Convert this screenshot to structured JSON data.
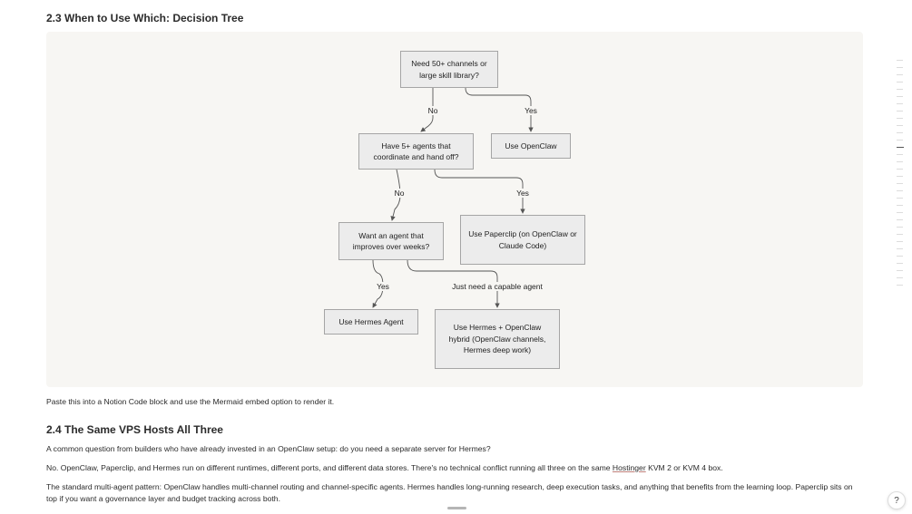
{
  "section_23": {
    "heading": "2.3 When to Use Which: Decision Tree"
  },
  "diagram": {
    "nodes": {
      "q1": "Need 50+ channels or large skill library?",
      "openclaw": "Use OpenClaw",
      "q2": "Have 5+ agents that coordinate and hand off?",
      "paperclip": "Use Paperclip (on OpenClaw or Claude Code)",
      "q3": "Want an agent that improves over weeks?",
      "hermes": "Use Hermes Agent",
      "hybrid": "Use Hermes + OpenClaw hybrid (OpenClaw channels, Hermes deep work)"
    },
    "edges": {
      "q1_no": "No",
      "q1_yes": "Yes",
      "q2_no": "No",
      "q2_yes": "Yes",
      "q3_yes": "Yes",
      "q3_capable": "Just need a capable agent"
    }
  },
  "paste_note": "Paste this into a Notion Code block and use the Mermaid embed option to render it.",
  "section_24": {
    "heading": "2.4 The Same VPS Hosts All Three",
    "para1": "A common question from builders who have already invested in an OpenClaw setup: do you need a separate server for Hermes?",
    "para2_before": "No. OpenClaw, Paperclip, and Hermes run on different runtimes, different ports, and different data stores. There's no technical conflict running all three on the same ",
    "para2_link": "Hostinger",
    "para2_after": " KVM 2 or KVM 4 box.",
    "para3": "The standard multi-agent pattern: OpenClaw handles multi-channel routing and channel-specific agents. Hermes handles long-running research, deep execution tasks, and anything that benefits from the learning loop. Paperclip sits on top if you want a governance layer and budget tracking across both."
  },
  "help_button": {
    "glyph": "?"
  }
}
